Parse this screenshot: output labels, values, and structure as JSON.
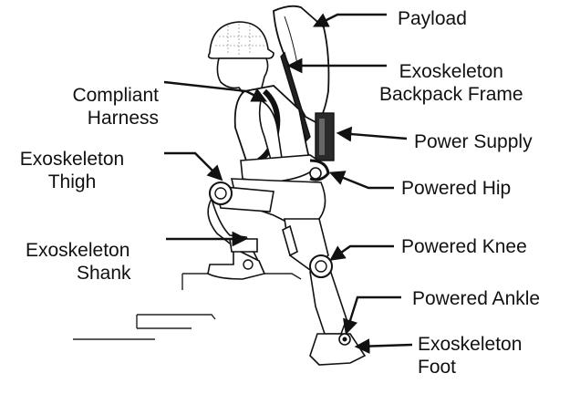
{
  "colors": {
    "ink": "#111111",
    "fill": "#ffffff",
    "shade": "#2a2a2a"
  },
  "labels": {
    "payload": "Payload",
    "backpack_frame_line1": "Exoskeleton",
    "backpack_frame_line2": "Backpack Frame",
    "power_supply": "Power Supply",
    "powered_hip": "Powered Hip",
    "powered_knee": "Powered Knee",
    "powered_ankle": "Powered Ankle",
    "foot_line1": "Exoskeleton",
    "foot_line2": "Foot",
    "harness_line1": "Compliant",
    "harness_line2": "Harness",
    "thigh_line1": "Exoskeleton",
    "thigh_line2": "Thigh",
    "shank_line1": "Exoskeleton",
    "shank_line2": "Shank"
  }
}
